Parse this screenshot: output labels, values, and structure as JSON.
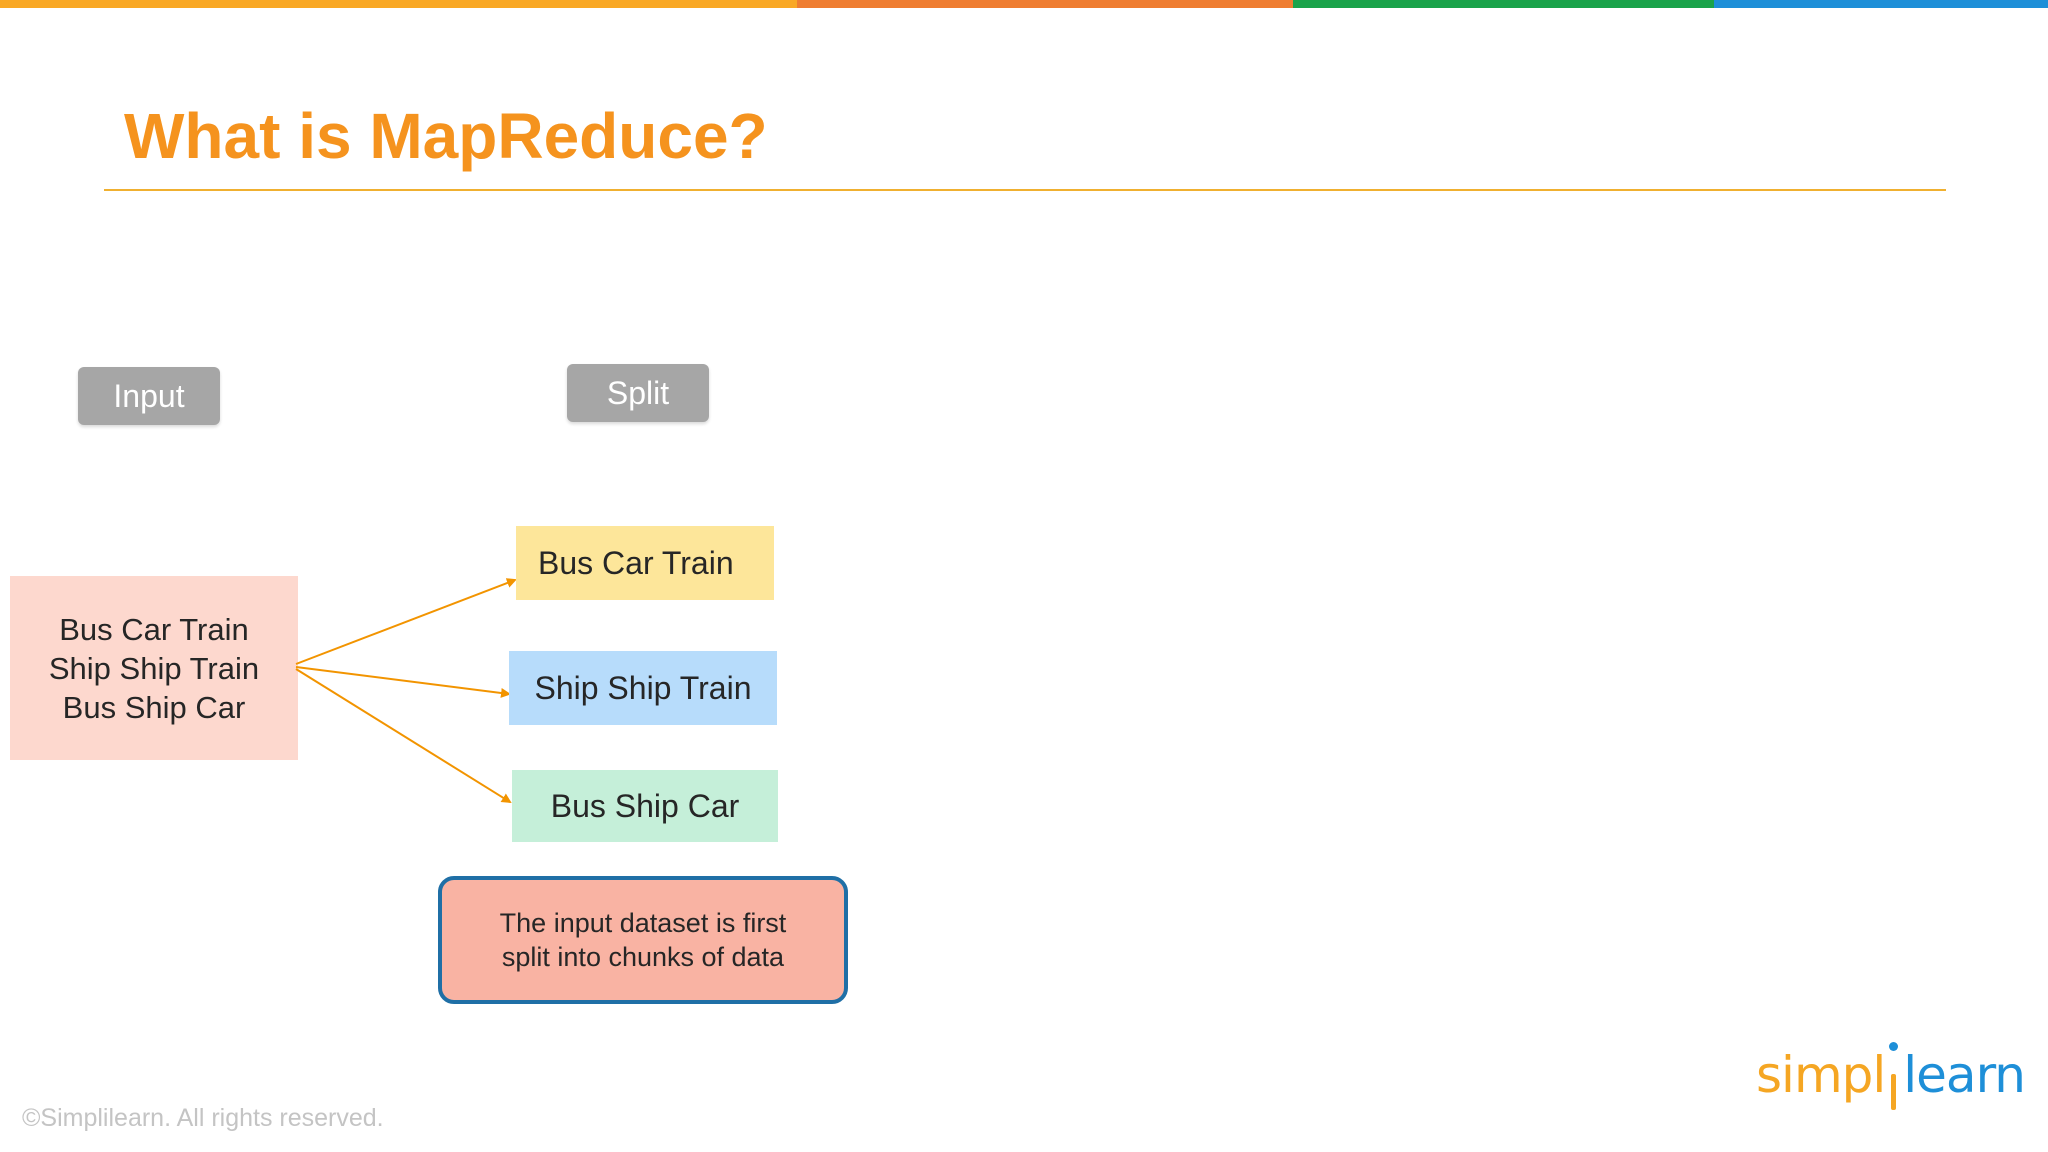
{
  "colors": {
    "top_bar": [
      "#f9a825",
      "#ef7d31",
      "#1aa34a",
      "#1e8fd8"
    ],
    "title": "#f5931e",
    "rule": "#f0b030",
    "arrow": "#f29400",
    "input_box": "#fdd8ce",
    "chunk_1": "#fde69a",
    "chunk_2": "#b7dcfb",
    "chunk_3": "#c5efd9",
    "callout_fill": "#f9b3a3",
    "logo_orange": "#f5a623",
    "logo_blue": "#1e8fd8"
  },
  "header": {
    "title": "What is MapReduce?"
  },
  "stages": {
    "input": "Input",
    "split": "Split"
  },
  "input_box": {
    "lines": [
      "Bus Car Train",
      "Ship Ship Train",
      "Bus Ship Car"
    ]
  },
  "chunks": [
    "Bus Car Train",
    "Ship Ship Train",
    "Bus Ship Car"
  ],
  "callout": {
    "lines": [
      "The input dataset is first",
      "split into chunks of data"
    ]
  },
  "footer": {
    "copyright": "©Simplilearn. All rights reserved.",
    "logo_part1": "simpl",
    "logo_part2": "learn"
  }
}
